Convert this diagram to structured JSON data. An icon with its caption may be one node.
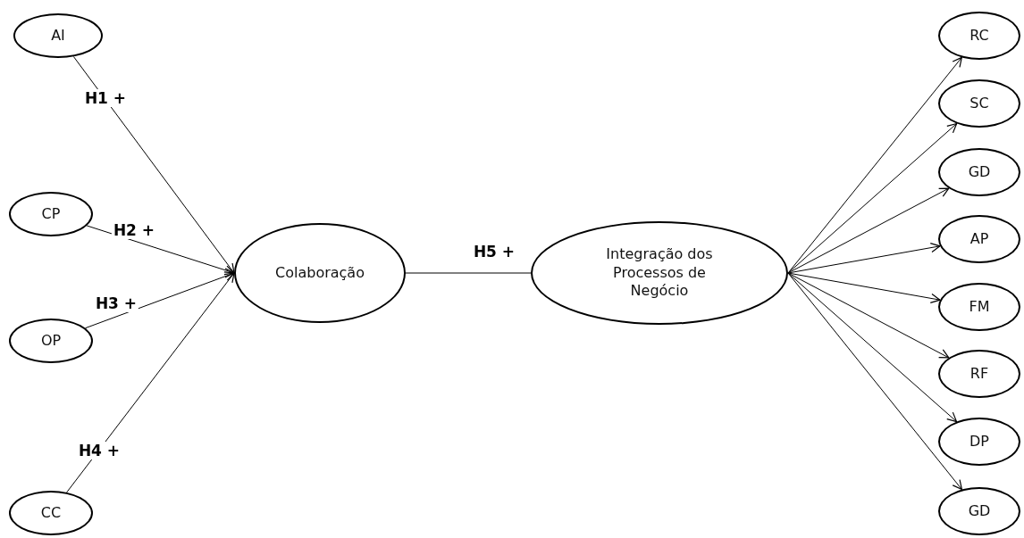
{
  "diagram": {
    "nodes": [
      {
        "text": [
          "AI"
        ]
      },
      {
        "text": [
          "CP"
        ]
      },
      {
        "text": [
          "OP"
        ]
      },
      {
        "text": [
          "CC"
        ]
      },
      {
        "text": [
          "Colaboração"
        ]
      },
      {
        "text": [
          "Integração dos Processos de Negócio"
        ]
      },
      {
        "text": [
          "RC"
        ]
      },
      {
        "text": [
          "SC"
        ]
      },
      {
        "text": [
          "GD"
        ]
      },
      {
        "text": [
          "AP"
        ]
      },
      {
        "text": [
          "FM"
        ]
      },
      {
        "text": [
          "RF"
        ]
      },
      {
        "text": [
          "DP"
        ]
      },
      {
        "text": [
          "GD"
        ]
      }
    ],
    "edges": [
      {
        "from": 0,
        "to": 4,
        "arrow": "to",
        "label": "H1 +"
      },
      {
        "from": 1,
        "to": 4,
        "arrow": "to",
        "label": "H2 +"
      },
      {
        "from": 2,
        "to": 4,
        "arrow": "to",
        "label": "H3 +"
      },
      {
        "from": 3,
        "to": 4,
        "arrow": "to",
        "label": "H4 +"
      },
      {
        "from": 4,
        "to": 5,
        "arrow": "none",
        "label": "H5 +"
      },
      {
        "from": 5,
        "to": 6,
        "arrow": "to"
      },
      {
        "from": 5,
        "to": 7,
        "arrow": "to"
      },
      {
        "from": 5,
        "to": 8,
        "arrow": "to"
      },
      {
        "from": 5,
        "to": 9,
        "arrow": "to"
      },
      {
        "from": 5,
        "to": 10,
        "arrow": "to"
      },
      {
        "from": 5,
        "to": 11,
        "arrow": "to"
      },
      {
        "from": 5,
        "to": 12,
        "arrow": "to"
      },
      {
        "from": 5,
        "to": 13,
        "arrow": "to"
      }
    ]
  }
}
